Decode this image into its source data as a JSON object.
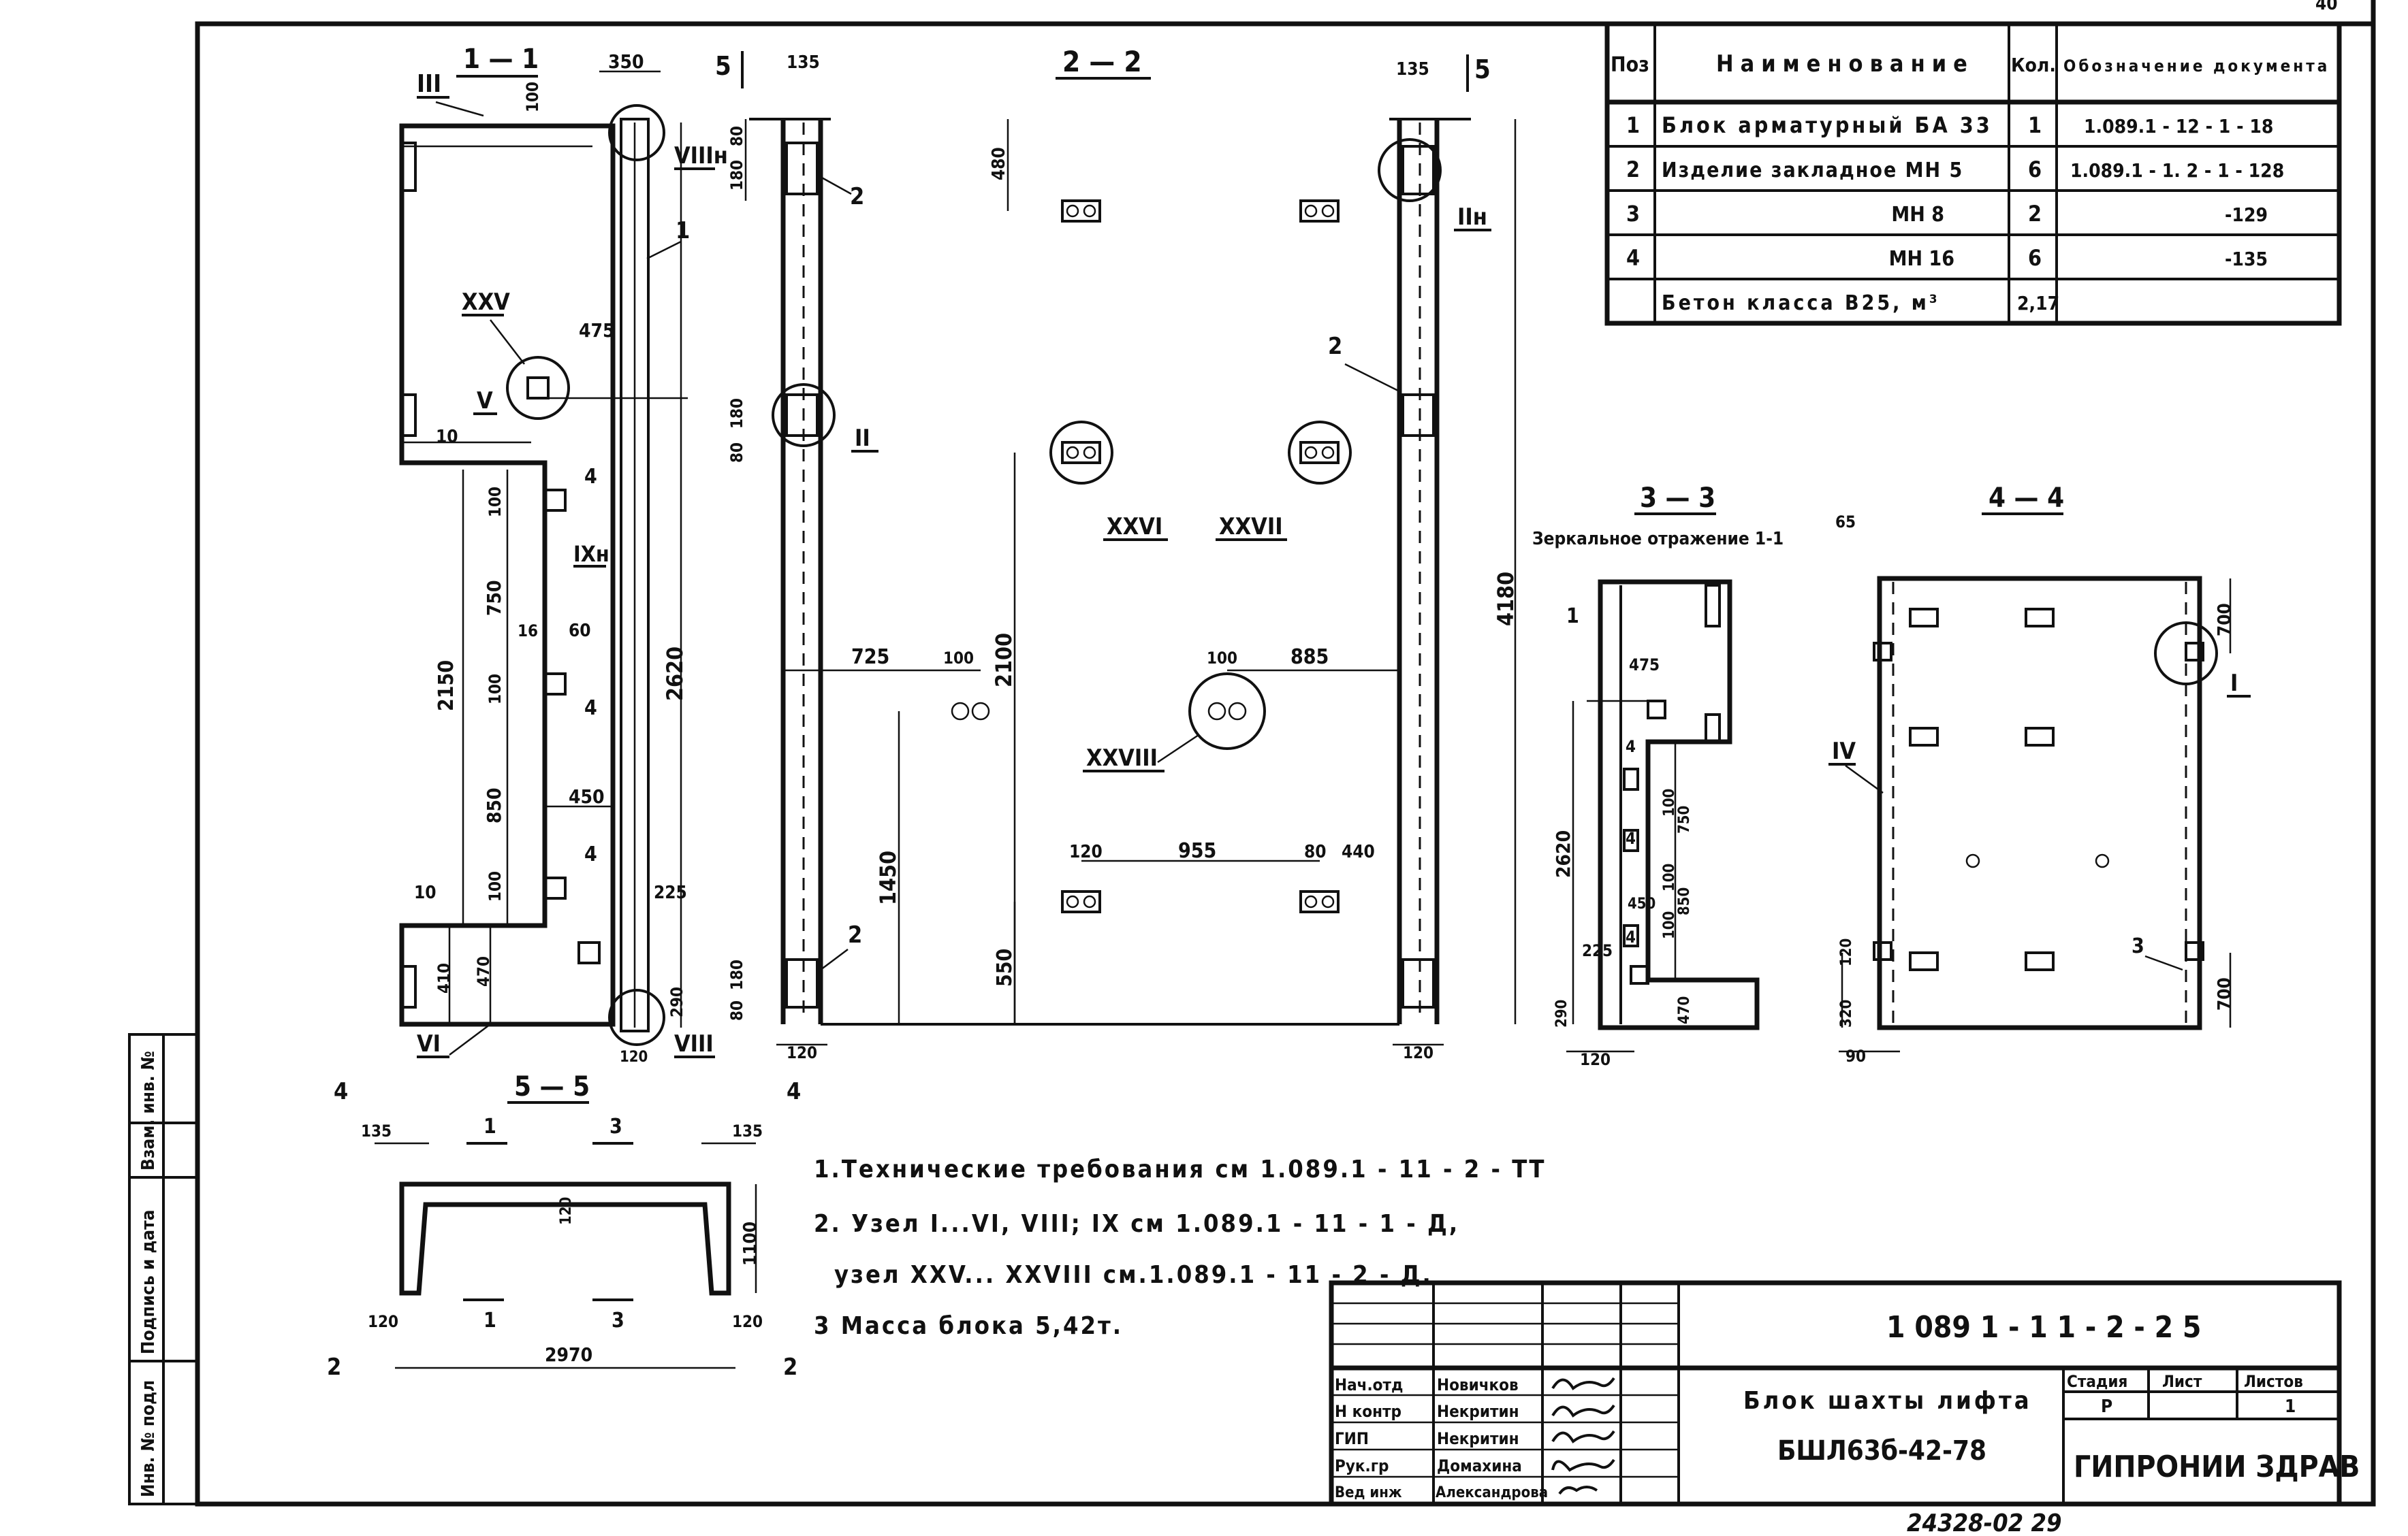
{
  "drawing": {
    "code": "1 089 1 - 1 1 - 2 - 2 5",
    "sheet_marker": "40",
    "archive_number": "24328-02   29"
  },
  "spec_table": {
    "headers": [
      "Поз",
      "Наименование",
      "Кол.",
      "Обозначение документа"
    ],
    "rows": [
      {
        "pos": "1",
        "name": "Блок арматурный  БА 33",
        "qty": "1",
        "doc": "1.089.1 - 12 - 1 - 18"
      },
      {
        "pos": "2",
        "name": "Изделие закладное  МН 5",
        "qty": "6",
        "doc": "1.089.1 - 1. 2 - 1 - 128"
      },
      {
        "pos": "3",
        "name": "МН 8",
        "qty": "2",
        "doc": "-129"
      },
      {
        "pos": "4",
        "name": "МН 16",
        "qty": "6",
        "doc": "-135"
      },
      {
        "pos": "",
        "name": "Бетон  класса  В25, м³",
        "qty": "2,17",
        "doc": ""
      }
    ]
  },
  "sections": {
    "s11": "1 — 1",
    "s22": "2 — 2",
    "s33": "3 — 3",
    "s44": "4 — 4",
    "s55": "5 — 5",
    "mirror_note": "Зеркальное отражение 1-1"
  },
  "cut_marks": {
    "five": "5",
    "four": "4",
    "two": "2",
    "one": "1",
    "three": "3"
  },
  "nodes": {
    "III": "III",
    "VIIIn": "VIIIн",
    "XXV": "XXV",
    "V": "V",
    "IXn": "IXн",
    "VI": "VI",
    "VIII": "VIII",
    "IIn": "IIн",
    "II": "II",
    "XXVI": "XXVI",
    "XXVII": "XXVII",
    "XXVIII": "XXVIII",
    "IV": "IV",
    "I": "I"
  },
  "dims": {
    "d350": "350",
    "d100": "100",
    "d475": "475",
    "d10": "10",
    "d750": "750",
    "d16": "16",
    "d60": "60",
    "d2150": "2150",
    "d2620": "2620",
    "d850": "850",
    "d450": "450",
    "d225": "225",
    "d410": "410",
    "d470": "470",
    "d290": "290",
    "d120": "120",
    "d135": "135",
    "d180": "180",
    "d80": "80",
    "d480": "480",
    "d725": "725",
    "d2100": "2100",
    "d885": "885",
    "d1450": "1450",
    "d955": "955",
    "d440": "440",
    "d550": "550",
    "d4180": "4180",
    "d65": "65",
    "d700": "700",
    "d320": "320",
    "d90": "90",
    "d1100": "1100",
    "d2970": "2970"
  },
  "positions": {
    "p1": "1",
    "p2": "2",
    "p3": "3",
    "p4": "4"
  },
  "notes": [
    "1.Технические  требования  см 1.089.1 - 11 - 2 - ТТ",
    "2. Узел I...VI, VIII; IX см 1.089.1 - 11 - 1 - Д,",
    "узел  XXV... XXVIII см.1.089.1 - 11 - 2 - Д.",
    "3 Масса  блока  5,42т."
  ],
  "title_block": {
    "code": "1 089 1 - 1 1 - 2 - 2 5",
    "name_line1": "Блок  шахты  лифта",
    "name_line2": "БШЛ63б-42-78",
    "stage_label": "Стадия",
    "stage_value": "Р",
    "sheet_label": "Лист",
    "sheet_value": "",
    "sheets_label": "Листов",
    "sheets_value": "1",
    "org": "ГИПРОНИИ ЗДРАВ",
    "roles": [
      {
        "role": "Нач.отд",
        "name": "Новичков"
      },
      {
        "role": "Н контр",
        "name": "Некритин"
      },
      {
        "role": "ГИП",
        "name": "Некритин"
      },
      {
        "role": "Рук.гр",
        "name": "Домахина"
      },
      {
        "role": "Вед инж",
        "name": "Александрова"
      }
    ]
  },
  "side_stamp": [
    "Инв. № подл",
    "Подпись и дата",
    "Взам. инв. №"
  ]
}
